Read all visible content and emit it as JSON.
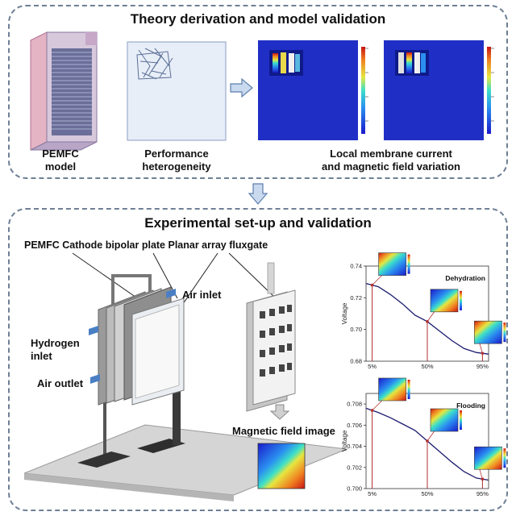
{
  "top_panel": {
    "title": "Theory derivation and model validation",
    "labels": {
      "pemfc_model": [
        "PEMFC",
        "model"
      ],
      "performance": [
        "Performance",
        "heterogeneity"
      ],
      "local_membrane": [
        "Local membrane current",
        "and magnetic field variation"
      ]
    }
  },
  "bottom_panel": {
    "title": "Experimental set-up and validation",
    "component_labels": "PEMFC Cathode bipolar plate Planar array fluxgate",
    "air_inlet": "Air inlet",
    "hydrogen_inlet": [
      "Hydrogen",
      "inlet"
    ],
    "air_outlet": "Air outlet",
    "magnetic_field_image": "Magnetic field image"
  },
  "colors": {
    "panel_border": "#6f7f96",
    "arrow_fill": "#c9d9ee",
    "arrow_stroke": "#5d7fae",
    "curve": "#1a1a6e",
    "marker_line": "#b03030"
  },
  "chart_data": [
    {
      "type": "line",
      "title": "",
      "annotation": "Dehydration",
      "ylabel": "Voltage",
      "ylim": [
        0.68,
        0.74
      ],
      "yticks": [
        "0.74",
        "0.72",
        "0.70",
        "0.68"
      ],
      "markers": [
        "5%",
        "50%",
        "95%"
      ],
      "series": [
        {
          "x": [
            0,
            0.1,
            0.2,
            0.3,
            0.4,
            0.5,
            0.6,
            0.7,
            0.8,
            0.9,
            1.0
          ],
          "values": [
            0.729,
            0.727,
            0.722,
            0.716,
            0.709,
            0.705,
            0.699,
            0.693,
            0.688,
            0.6855,
            0.6845
          ]
        }
      ]
    },
    {
      "type": "line",
      "title": "",
      "annotation": "Flooding",
      "ylabel": "Voltage",
      "ylim": [
        0.7,
        0.709
      ],
      "yticks": [
        "0.708",
        "0.706",
        "0.704",
        "0.702",
        "0.700"
      ],
      "markers": [
        "5%",
        "50%",
        "95%"
      ],
      "series": [
        {
          "x": [
            0,
            0.1,
            0.2,
            0.3,
            0.4,
            0.5,
            0.6,
            0.7,
            0.8,
            0.9,
            1.0
          ],
          "values": [
            0.7076,
            0.7072,
            0.7067,
            0.7061,
            0.7055,
            0.7045,
            0.7035,
            0.7025,
            0.7016,
            0.701,
            0.7008
          ]
        }
      ]
    }
  ]
}
